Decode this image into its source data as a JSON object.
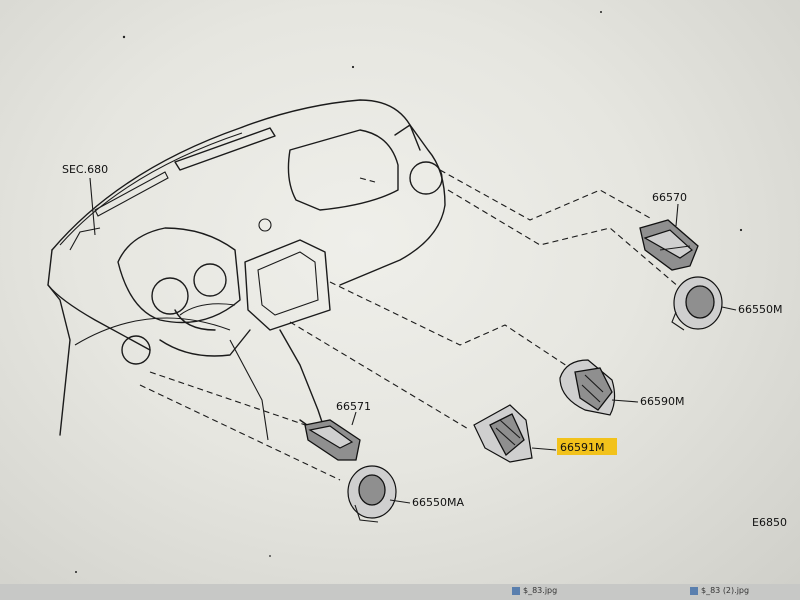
{
  "diagram": {
    "sec_ref": "SEC.680",
    "parts": {
      "p66570": "66570",
      "p66550m": "66550M",
      "p66590m": "66590M",
      "p66591m": "66591M",
      "p66571": "66571",
      "p66550ma": "66550MA"
    },
    "page_code": "E6850",
    "highlight_color": "#f2c21b"
  },
  "taskbar": {
    "file1": "$_83.jpg",
    "file2": "$_83 (2).jpg"
  }
}
